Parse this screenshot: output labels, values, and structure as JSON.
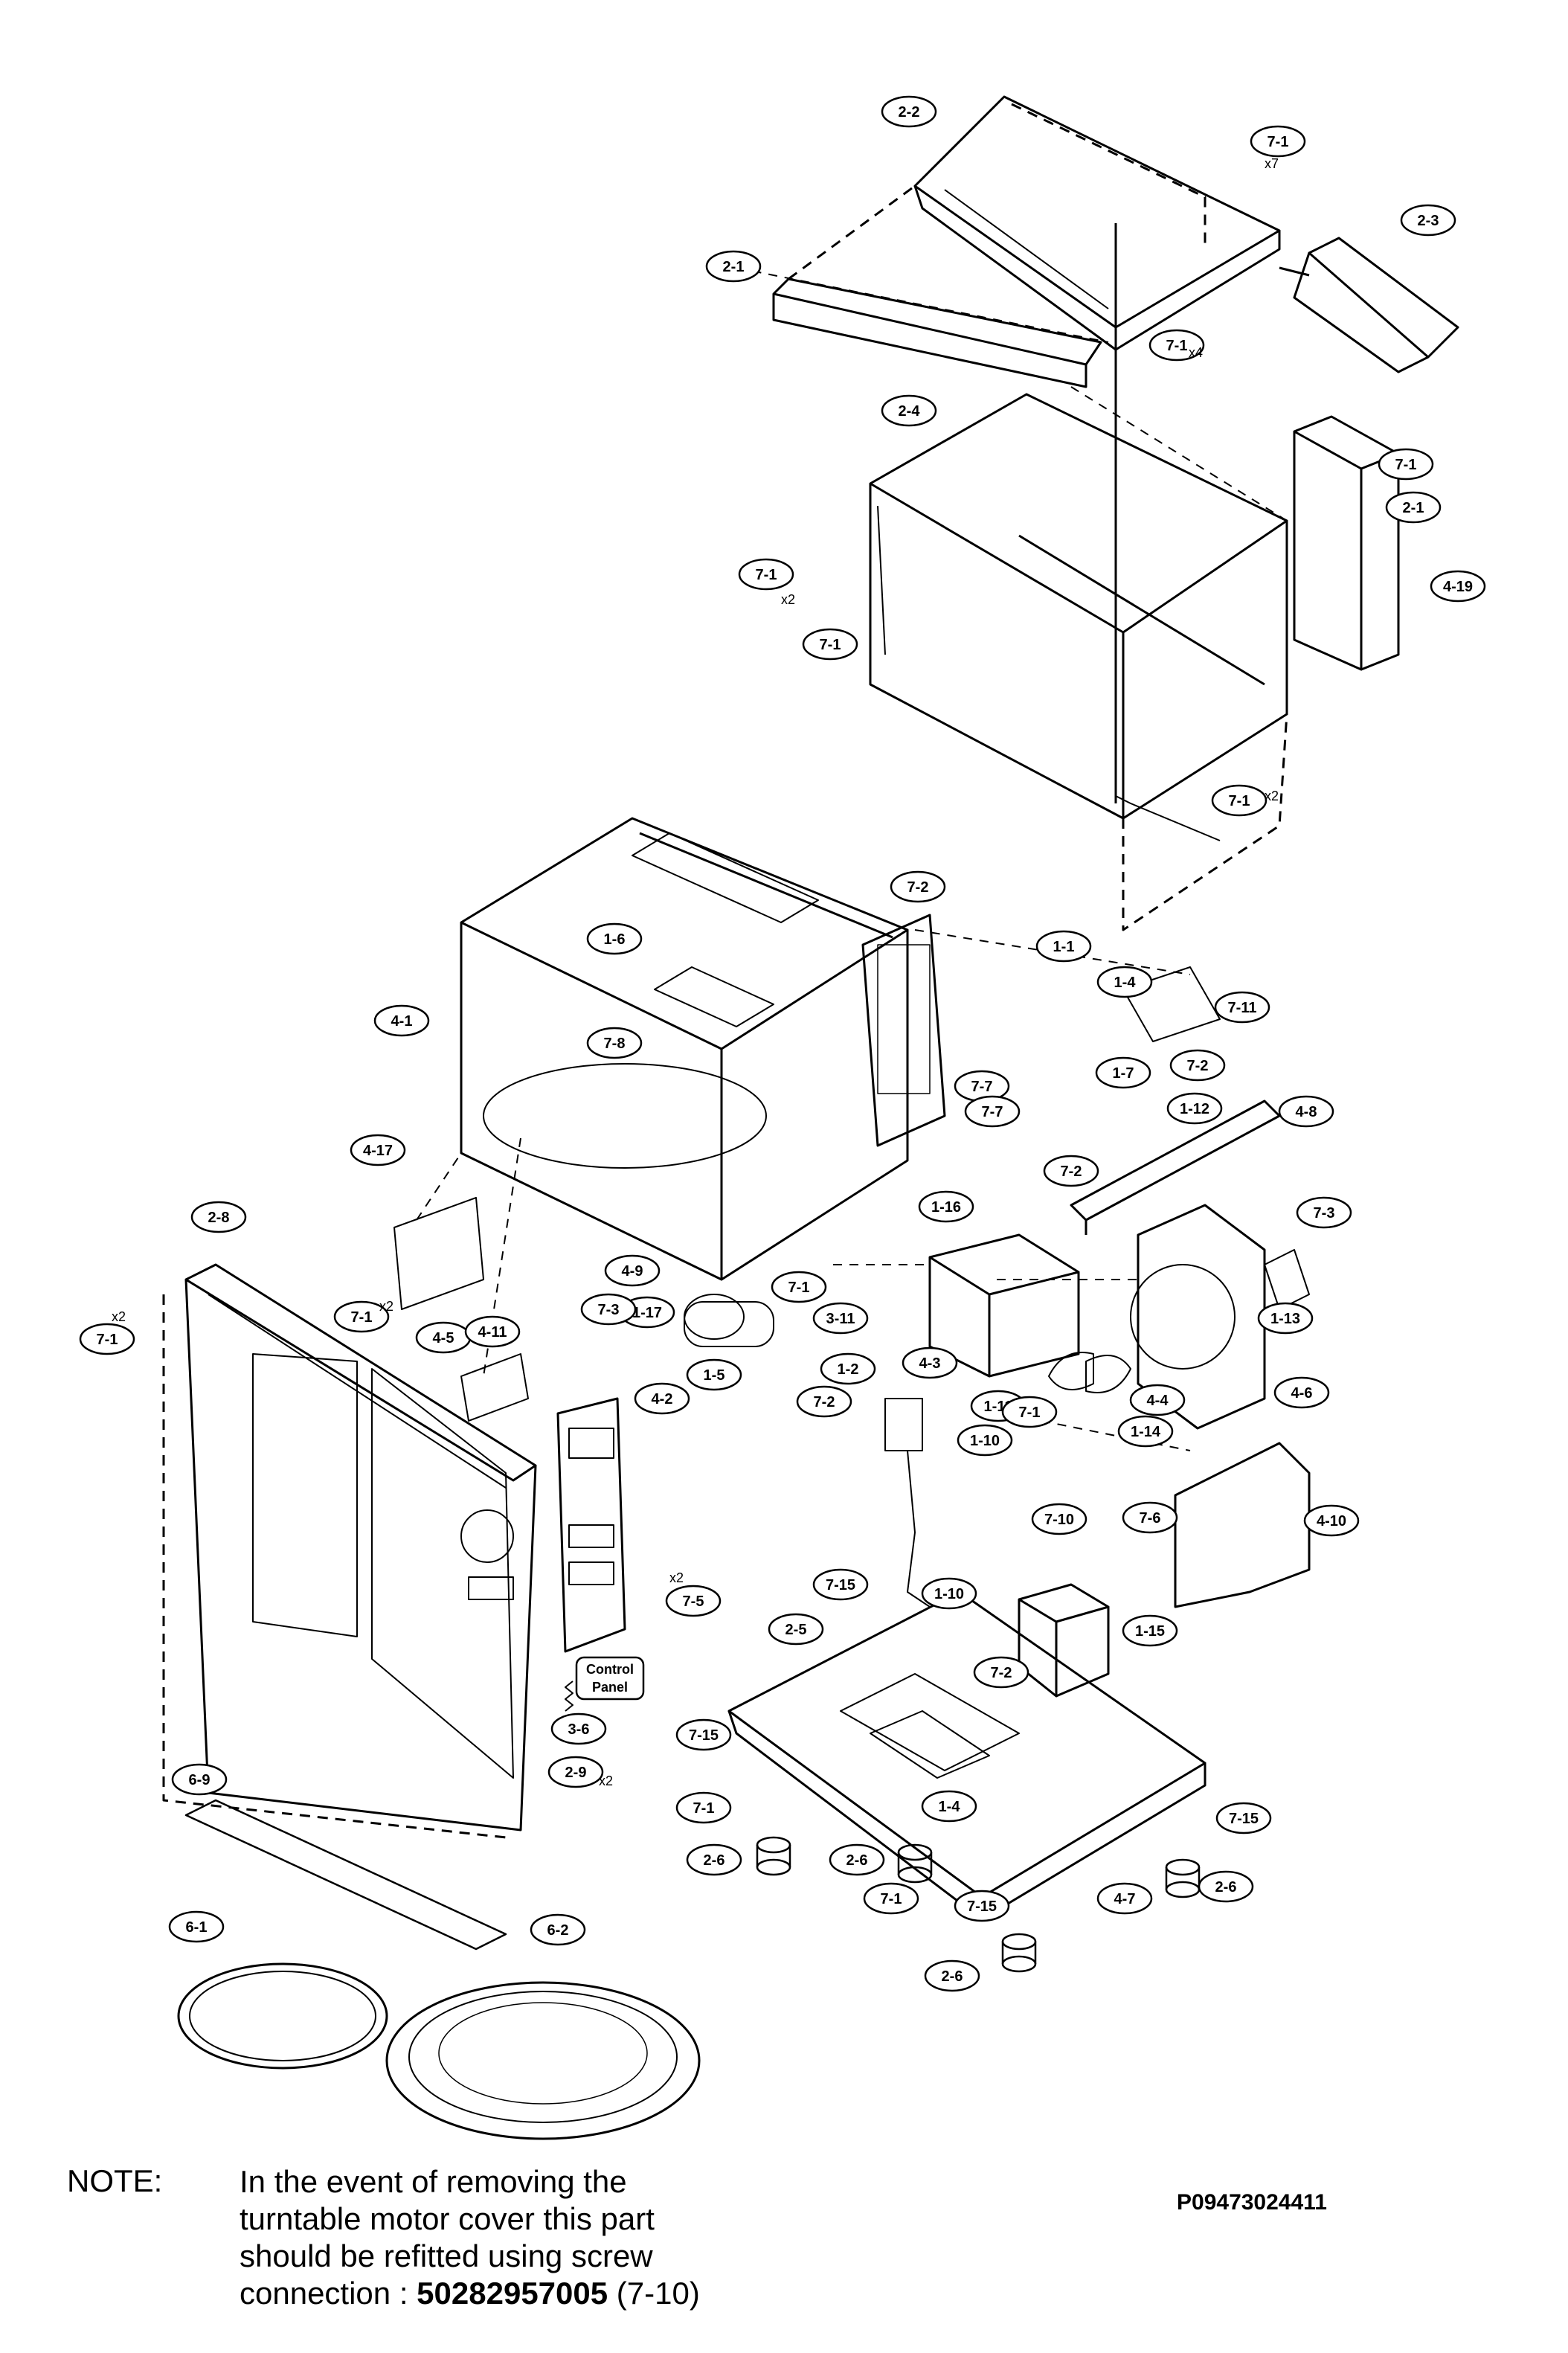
{
  "callouts": [
    {
      "id": "2-2",
      "text": "2-2"
    },
    {
      "id": "7-1",
      "text": "7-1"
    },
    {
      "id": "2-3",
      "text": "2-3"
    },
    {
      "id": "2-1",
      "text": "2-1"
    },
    {
      "id": "2-4",
      "text": "2-4"
    },
    {
      "id": "4-19",
      "text": "4-19"
    },
    {
      "id": "1-1",
      "text": "1-1"
    },
    {
      "id": "1-4",
      "text": "1-4"
    },
    {
      "id": "7-11",
      "text": "7-11"
    },
    {
      "id": "1-6",
      "text": "1-6"
    },
    {
      "id": "4-1",
      "text": "4-1"
    },
    {
      "id": "7-2",
      "text": "7-2"
    },
    {
      "id": "7-7",
      "text": "7-7"
    },
    {
      "id": "1-7",
      "text": "1-7"
    },
    {
      "id": "1-12",
      "text": "1-12"
    },
    {
      "id": "4-8",
      "text": "4-8"
    },
    {
      "id": "7-8",
      "text": "7-8"
    },
    {
      "id": "4-17",
      "text": "4-17"
    },
    {
      "id": "7-3",
      "text": "7-3"
    },
    {
      "id": "1-16",
      "text": "1-16"
    },
    {
      "id": "2-8",
      "text": "2-8"
    },
    {
      "id": "4-9",
      "text": "4-9"
    },
    {
      "id": "1-17",
      "text": "1-17"
    },
    {
      "id": "1-13",
      "text": "1-13"
    },
    {
      "id": "4-5",
      "text": "4-5"
    },
    {
      "id": "4-11",
      "text": "4-11"
    },
    {
      "id": "3-11",
      "text": "3-11"
    },
    {
      "id": "1-5",
      "text": "1-5"
    },
    {
      "id": "1-2",
      "text": "1-2"
    },
    {
      "id": "4-3",
      "text": "4-3"
    },
    {
      "id": "4-2",
      "text": "4-2"
    },
    {
      "id": "1-11",
      "text": "1-11"
    },
    {
      "id": "4-4",
      "text": "4-4"
    },
    {
      "id": "4-6",
      "text": "4-6"
    },
    {
      "id": "1-10",
      "text": "1-10"
    },
    {
      "id": "1-14",
      "text": "1-14"
    },
    {
      "id": "7-10",
      "text": "7-10"
    },
    {
      "id": "7-6",
      "text": "7-6"
    },
    {
      "id": "4-10",
      "text": "4-10"
    },
    {
      "id": "7-5",
      "text": "7-5"
    },
    {
      "id": "7-15",
      "text": "7-15"
    },
    {
      "id": "1-15",
      "text": "1-15"
    },
    {
      "id": "2-5",
      "text": "2-5"
    },
    {
      "id": "3-6",
      "text": "3-6"
    },
    {
      "id": "2-9",
      "text": "2-9"
    },
    {
      "id": "6-9",
      "text": "6-9"
    },
    {
      "id": "2-6",
      "text": "2-6"
    },
    {
      "id": "4-7",
      "text": "4-7"
    },
    {
      "id": "6-1",
      "text": "6-1"
    },
    {
      "id": "6-2",
      "text": "6-2"
    }
  ],
  "quantities": {
    "x7": "x7",
    "x4": "x4",
    "x2": "x2"
  },
  "control_panel_label": [
    "Control",
    "Panel"
  ],
  "note": {
    "label": "NOTE:",
    "lines": [
      "In the event of removing the",
      "turntable motor cover this part",
      "should be refitted using screw"
    ],
    "last_line_prefix": "connection : ",
    "part_number": "50282957005",
    "part_ref": " (7-10)"
  },
  "drawing_code": "P09473024411"
}
